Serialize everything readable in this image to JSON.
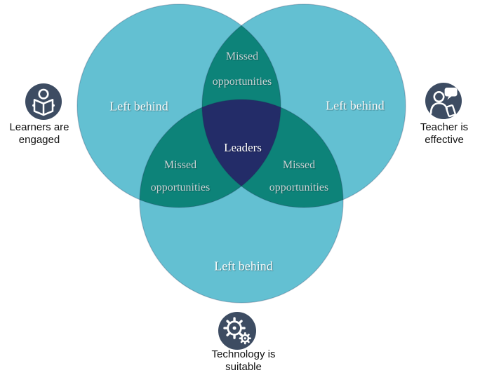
{
  "venn": {
    "left_circle_label": "Left behind",
    "right_circle_label": "Left behind",
    "bottom_circle_label": "Left behind",
    "top_overlap": {
      "line1": "Missed",
      "line2": "opportunities"
    },
    "left_overlap": {
      "line1": "Missed",
      "line2": "opportunities"
    },
    "right_overlap": {
      "line1": "Missed",
      "line2": "opportunities"
    },
    "center_label": "Leaders"
  },
  "legend": {
    "learners": {
      "line1": "Learners are",
      "line2": "engaged",
      "icon": "reading-person-icon"
    },
    "teacher": {
      "line1": "Teacher is",
      "line2": "effective",
      "icon": "teacher-speaking-icon"
    },
    "technology": {
      "line1": "Technology is",
      "line2": "suitable",
      "icon": "gears-icon"
    }
  },
  "colors": {
    "circle_fill": "#63c0d2",
    "pair_overlap_fill": "#0d8379",
    "center_overlap_fill": "#232c68",
    "icon_badge_fill": "#3d4c62",
    "circle_label_text": "#f6f8f8",
    "overlap_label_text": "#c9d2d4",
    "caption_text": "#111111"
  }
}
